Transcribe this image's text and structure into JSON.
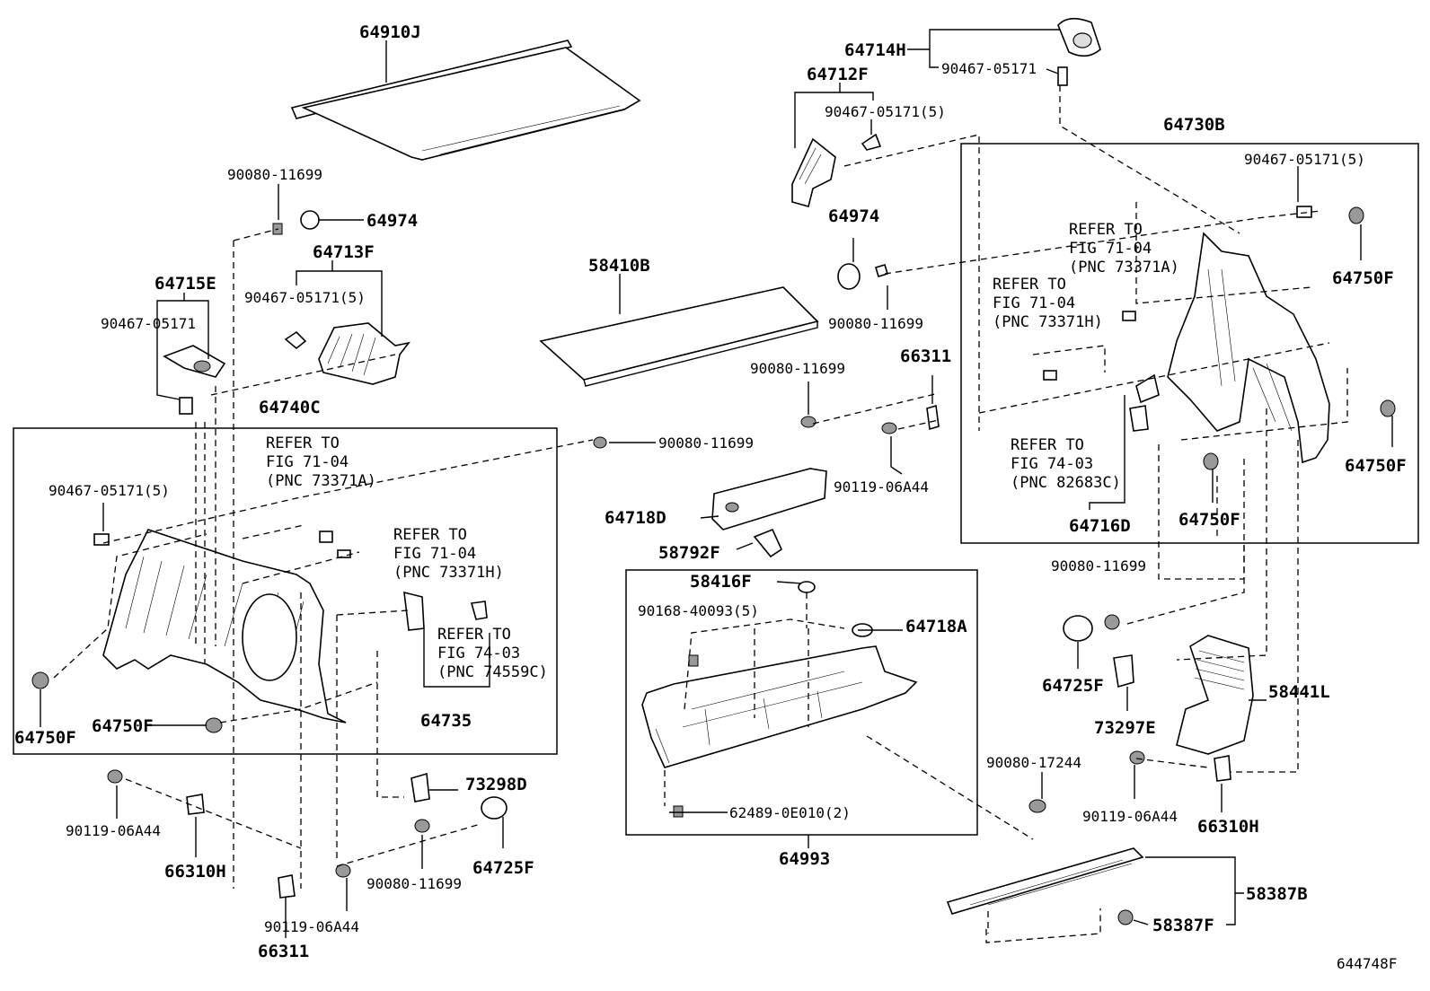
{
  "labels": {
    "p64910J": "64910J",
    "p64714H": "64714H",
    "p90467_05171_top": "90467-05171",
    "p64712F": "64712F",
    "p90467_05171_5_a": "90467-05171(5)",
    "p64730B": "64730B",
    "p90467_05171_5_b": "90467-05171(5)",
    "p90080_11699_a": "90080-11699",
    "p64974_a": "64974",
    "p64974_b": "64974",
    "p64713F": "64713F",
    "p64715E": "64715E",
    "p90467_05171_c": "90467-05171",
    "p90467_05171_5_c": "90467-05171(5)",
    "p58410B": "58410B",
    "p90080_11699_b": "90080-11699",
    "p64750F_a": "64750F",
    "p66311_a": "66311",
    "p90080_11699_c": "90080-11699",
    "p64740C": "64740C",
    "p90080_11699_d": "90080-11699",
    "p90119_06A44_a": "90119-06A44",
    "p90467_05171_5_d": "90467-05171(5)",
    "p64718D": "64718D",
    "p64750F_b": "64750F",
    "p64716D": "64716D",
    "p64750F_c": "64750F",
    "p58792F": "58792F",
    "p58416F": "58416F",
    "p90080_11699_e": "90080-11699",
    "p90168_40093_5": "90168-40093(5)",
    "p64718A": "64718A",
    "p64735": "64735",
    "p64725F_a": "64725F",
    "p58441L": "58441L",
    "p64750F_d": "64750F",
    "p64750F_e": "64750F",
    "p73297E": "73297E",
    "p90080_17244": "90080-17244",
    "p73298D": "73298D",
    "p62489_0E010_2": "62489-0E010(2)",
    "p90119_06A44_b": "90119-06A44",
    "p66310H_a": "66310H",
    "p90119_06A44_c": "90119-06A44",
    "p66310H_b": "66310H",
    "p90080_11699_f": "90080-11699",
    "p64725F_b": "64725F",
    "p64993": "64993",
    "p58387B": "58387B",
    "p58387F": "58387F",
    "p90119_06A44_d": "90119-06A44",
    "p66311_b": "66311",
    "diagram_id": "644748F"
  },
  "refer_notes": {
    "r1": [
      "REFER TO",
      "FIG 71-04",
      "(PNC 73371A)"
    ],
    "r2": [
      "REFER TO",
      "FIG 71-04",
      "(PNC 73371H)"
    ],
    "r3": [
      "REFER TO",
      "FIG 74-03",
      "(PNC 82683C)"
    ],
    "r4": [
      "REFER TO",
      "FIG 71-04",
      "(PNC 73371A)"
    ],
    "r5": [
      "REFER TO",
      "FIG 71-04",
      "(PNC 73371H)"
    ],
    "r6": [
      "REFER TO",
      "FIG 74-03",
      "(PNC 74559C)"
    ]
  }
}
